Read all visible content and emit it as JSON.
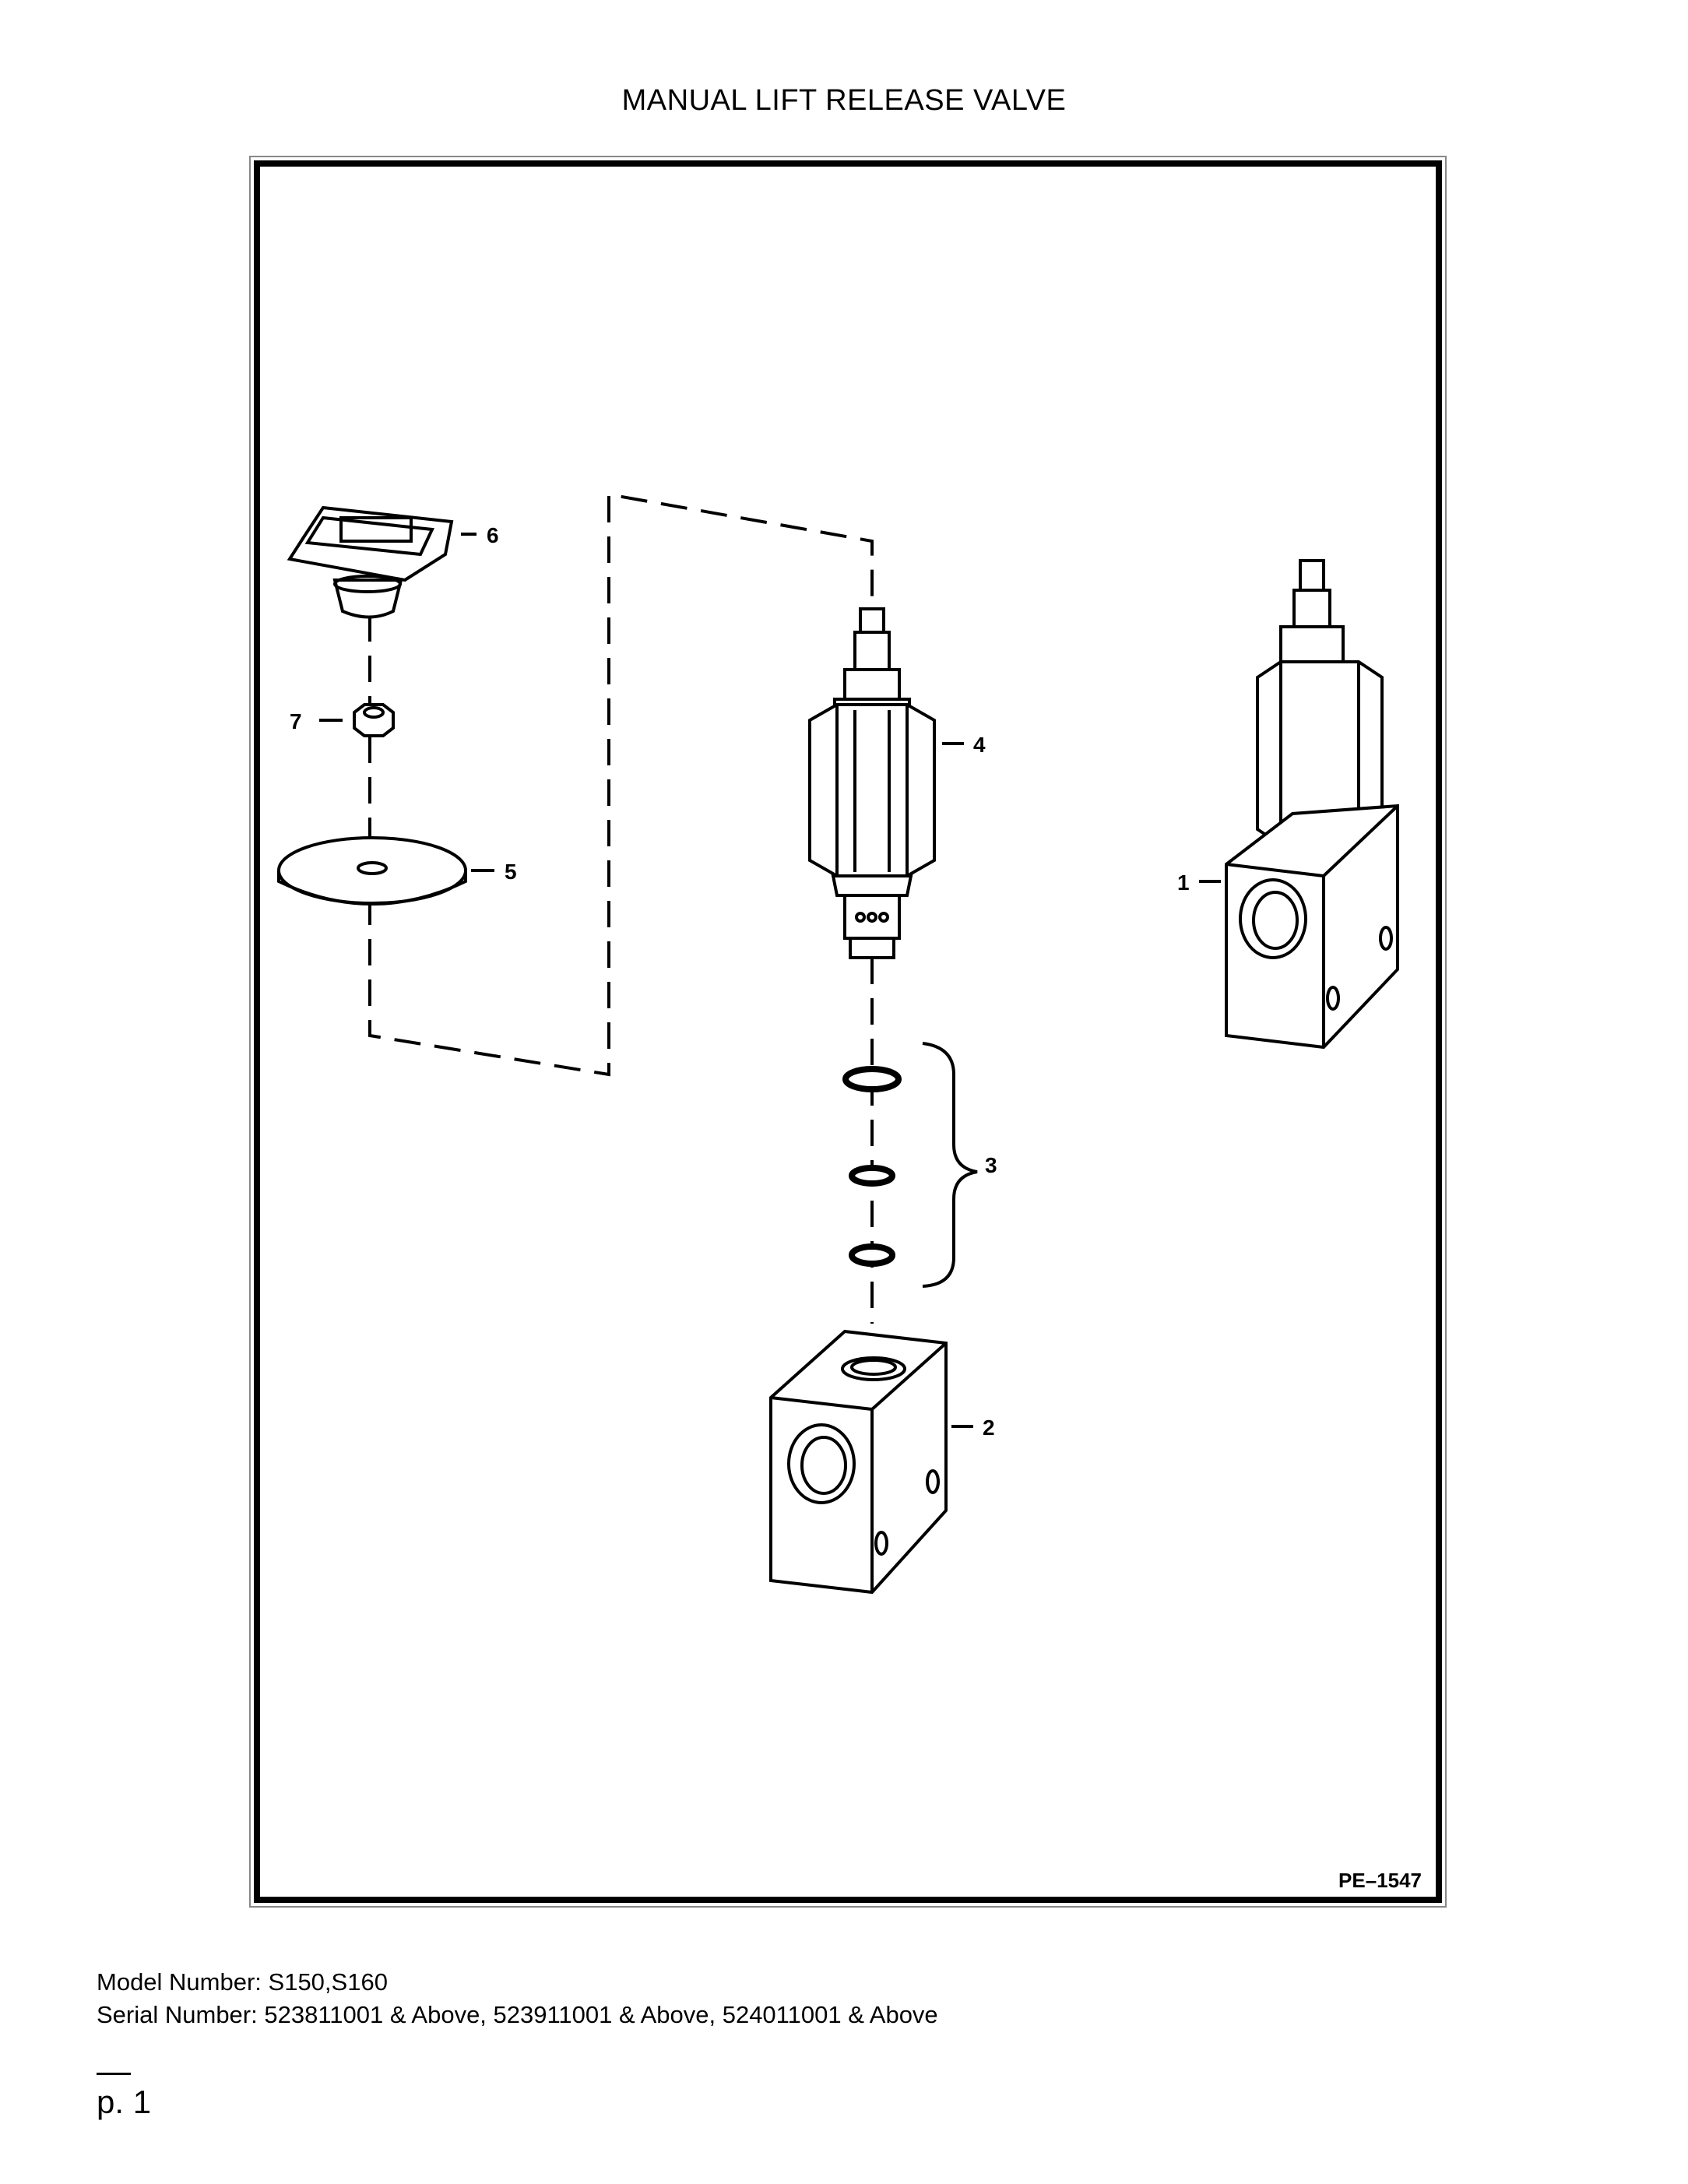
{
  "title": "MANUAL LIFT RELEASE VALVE",
  "drawing": {
    "ref": "PE–1547",
    "callouts": [
      "1",
      "2",
      "3",
      "4",
      "5",
      "6",
      "7"
    ]
  },
  "footer": {
    "model": "Model Number: S150,S160",
    "serial": "Serial Number: 523811001 & Above, 523911001 & Above, 524011001 & Above",
    "page": "p. 1"
  }
}
